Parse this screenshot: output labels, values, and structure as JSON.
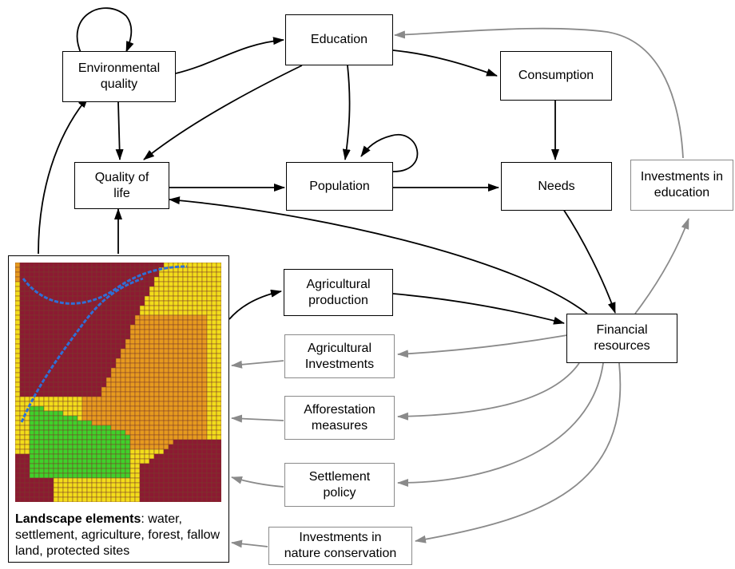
{
  "nodes": {
    "environmental_quality": "Environmental\nquality",
    "education": "Education",
    "consumption": "Consumption",
    "quality_of_life": "Quality of\nlife",
    "population": "Population",
    "needs": "Needs",
    "investments_in_education": "Investments in\neducation",
    "agricultural_production": "Agricultural\nproduction",
    "financial_resources": "Financial\nresources",
    "agricultural_investments": "Agricultural\nInvestments",
    "afforestation_measures": "Afforestation\nmeasures",
    "settlement_policy": "Settlement\npolicy",
    "investments_in_nature_conservation": "Investments in\nnature conservation"
  },
  "landscape": {
    "caption_bold": "Landscape elements",
    "caption_rest": ": water, settlement, agriculture, forest, fallow land, protected sites"
  },
  "colors": {
    "black_link": "#000000",
    "gray_link": "#8a8a8a",
    "agriculture": "#f2dd1a",
    "fallow": "#e69a1e",
    "settlement": "#8c1a32",
    "forest": "#3fd12a",
    "water": "#2f6fd6",
    "grid_line": "#7a3a2a"
  }
}
